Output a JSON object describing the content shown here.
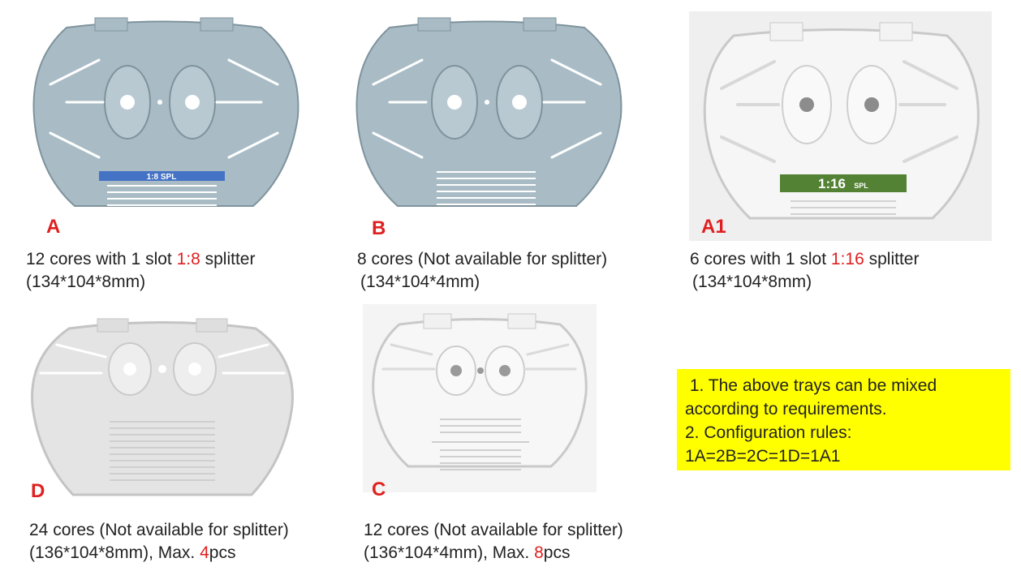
{
  "colors": {
    "accent_red": "#e02020",
    "spl_blue": "#4472c4",
    "spl_green": "#548235",
    "note_yellow": "#ffff00",
    "tray_blue_gray": "#a9bcc6",
    "tray_light_gray": "#e8e8e8"
  },
  "trays": [
    {
      "id": "A",
      "letter": "A",
      "spl_label": "1:8 SPL",
      "caption_pre": "12 cores with 1 slot ",
      "caption_highlight": "1:8",
      "caption_post": " splitter",
      "dimensions": "(134*104*8mm)"
    },
    {
      "id": "B",
      "letter": "B",
      "caption_pre": "8 cores (Not available for splitter)",
      "dimensions": "(134*104*4mm)"
    },
    {
      "id": "A1",
      "letter": "A1",
      "spl_label_main": "1:16",
      "spl_label_sub": "SPL",
      "caption_pre": "6 cores with 1 slot ",
      "caption_highlight": "1:16",
      "caption_post": " splitter",
      "dimensions": "(134*104*8mm)"
    },
    {
      "id": "D",
      "letter": "D",
      "caption_pre": "24 cores (Not available for splitter)",
      "dimensions_pre": "(136*104*8mm), Max. ",
      "max_highlight": "4",
      "max_post": "pcs"
    },
    {
      "id": "C",
      "letter": "C",
      "caption_pre": "12 cores (Not available for splitter)",
      "dimensions_pre": "(136*104*4mm), Max. ",
      "max_highlight": "8",
      "max_post": "pcs"
    }
  ],
  "notes": {
    "line1": " 1. The above trays can be mixed",
    "line2": "according to requirements.",
    "line3": "2. Configuration rules:",
    "line4": "1A=2B=2C=1D=1A1"
  }
}
